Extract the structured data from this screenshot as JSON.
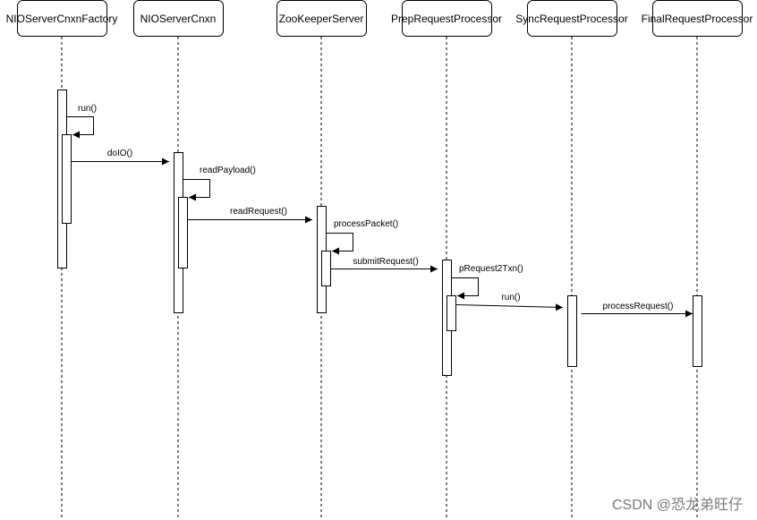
{
  "participants": [
    {
      "id": "factory",
      "label": "NIOServerCnxnFactory"
    },
    {
      "id": "cnxn",
      "label": "NIOServerCnxn"
    },
    {
      "id": "zks",
      "label": "ZooKeeperServer"
    },
    {
      "id": "prep",
      "label": "PrepRequestProcessor"
    },
    {
      "id": "sync",
      "label": "SyncRequestProcessor"
    },
    {
      "id": "final",
      "label": "FinalRequestProcessor"
    }
  ],
  "messages": [
    {
      "label": "run()",
      "from": "factory",
      "to": "factory",
      "kind": "self"
    },
    {
      "label": "doIO()",
      "from": "factory",
      "to": "cnxn",
      "kind": "call"
    },
    {
      "label": "readPayload()",
      "from": "cnxn",
      "to": "cnxn",
      "kind": "self"
    },
    {
      "label": "readRequest()",
      "from": "cnxn",
      "to": "zks",
      "kind": "call"
    },
    {
      "label": "processPacket()",
      "from": "zks",
      "to": "zks",
      "kind": "self"
    },
    {
      "label": "submitRequest()",
      "from": "zks",
      "to": "prep",
      "kind": "call"
    },
    {
      "label": "pRequest2Txn()",
      "from": "prep",
      "to": "prep",
      "kind": "self"
    },
    {
      "label": "run()",
      "from": "prep",
      "to": "sync",
      "kind": "call"
    },
    {
      "label": "processRequest()",
      "from": "sync",
      "to": "final",
      "kind": "call"
    }
  ],
  "watermark": "CSDN @恐龙弟旺仔"
}
